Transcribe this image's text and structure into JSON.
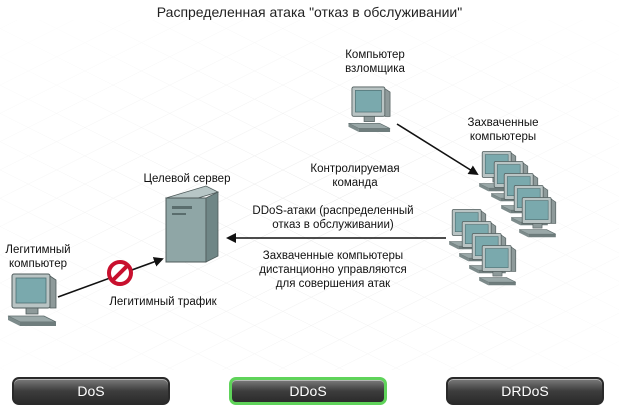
{
  "title": "Распределенная атака \"отказ в обслуживании\"",
  "labels": {
    "attacker_line1": "Компьютер",
    "attacker_line2": "взломщика",
    "zombies_line1": "Захваченные",
    "zombies_line2": "компьютеры",
    "command_line1": "Контролируемая",
    "command_line2": "команда",
    "server": "Целевой сервер",
    "ddos_line1": "DDoS-атаки (распределенный",
    "ddos_line2": "отказ в обслуживании)",
    "remote_line1": "Захваченные компьютеры",
    "remote_line2": "дистанционно управляются",
    "remote_line3": "для совершения атак",
    "legit_pc_line1": "Легитимный",
    "legit_pc_line2": "компьютер",
    "legit_traffic": "Легитимный трафик"
  },
  "buttons": [
    {
      "label": "DoS",
      "active": false
    },
    {
      "label": "DDoS",
      "active": true
    },
    {
      "label": "DRDoS",
      "active": false
    }
  ],
  "colors": {
    "monitor_frame": "#b9c4c4",
    "monitor_screen": "#7aa9ad",
    "server_body": "#8fa6a6",
    "active_border": "#5fd35a",
    "block_red": "#c8102e"
  }
}
